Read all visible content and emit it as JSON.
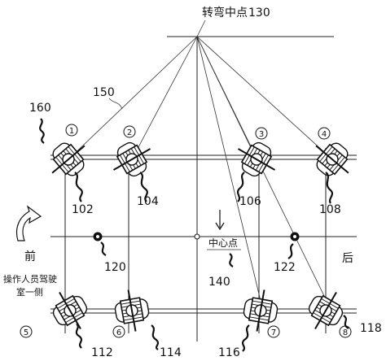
{
  "turn_center": {
    "label": "转弯中点",
    "ref": "130"
  },
  "center_point": {
    "label": "中心点",
    "ref": "140"
  },
  "front_label": "前",
  "rear_label": "后",
  "operator_side": {
    "line1": "操作人员驾驶",
    "line2": "室一侧"
  },
  "guide_ref": "150",
  "wheel_numbers": [
    "1",
    "2",
    "3",
    "4",
    "5",
    "6",
    "7",
    "8"
  ],
  "wheel_refs": {
    "w1": "102",
    "w2": "104",
    "w3": "106",
    "w4": "108",
    "w5": "112",
    "w6": "114",
    "w7": "116",
    "w8": "118"
  },
  "axis_marks": {
    "left": "120",
    "right": "122"
  },
  "wheel_callout_160": "160"
}
